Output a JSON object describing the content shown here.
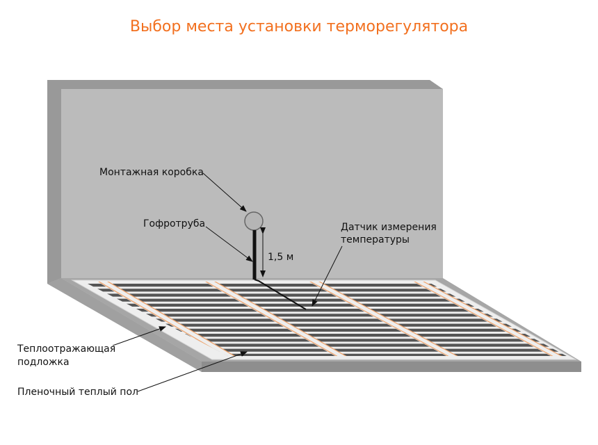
{
  "title": "Выбор места установки терморегулятора",
  "labels": {
    "junction_box": "Монтажная коробка",
    "conduit": "Гофротруба",
    "height": "1,5 м",
    "sensor_line1": "Датчик измерения",
    "sensor_line2": "температуры",
    "reflective_line1": "Теплоотражающая",
    "reflective_line2": "подложка",
    "film_floor": "Пленочный теплый пол"
  },
  "colors": {
    "title": "#f2701f",
    "wall_face": "#bbbbbb",
    "wall_frame": "#999999",
    "floor_base": "#a6a6a6",
    "substrate": "#eeeeee",
    "heating_stripe": "#555555",
    "copper_strip": "#f0a46c"
  }
}
